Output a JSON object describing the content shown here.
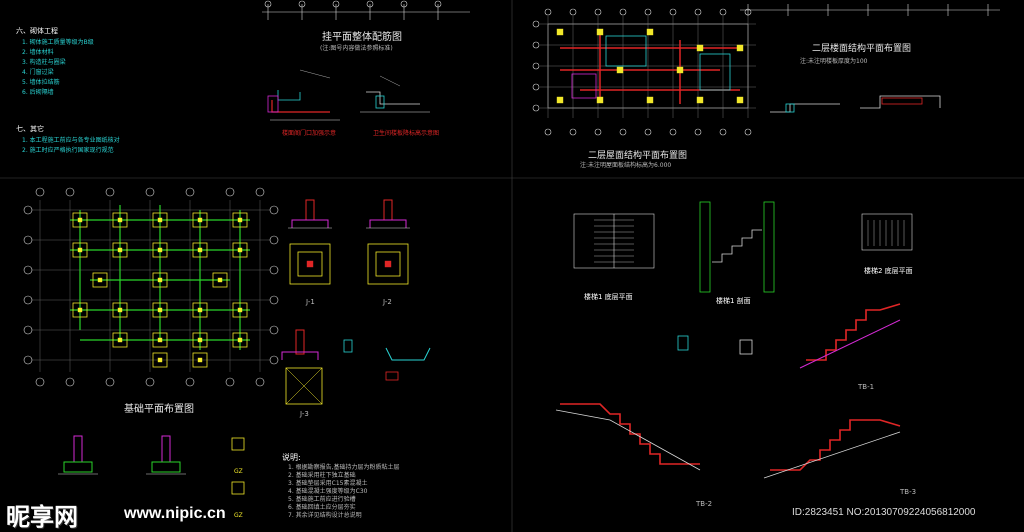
{
  "drawing": {
    "q1": {
      "sec6_title": "六、砌体工程",
      "sec7_title": "七、其它",
      "notes": [
        "1. 砌体施工质量等级为B级",
        "2. 墙体材料",
        "3. 构造柱与圈梁",
        "4. 门窗过梁",
        "5. 墙体拉结筋",
        "6. 后砌隔墙"
      ],
      "other_notes": [
        "1. 本工程施工前应与各专业图纸核对",
        "2. 施工时应严格执行国家现行规范"
      ],
      "title_main": "挂平面整体配筋图",
      "note_main": "(注:图号内容做法参照标准)",
      "detail_left_title": "楼面阁门口加强示意",
      "detail_right_title": "卫生间楼板降标高示意图"
    },
    "q2": {
      "title_floor2": "二层楼面结构平面布置图",
      "title_roof": "二层屋面结构平面布置图",
      "note_floor2": "注:未注明楼板厚度为100",
      "note_roof": "注:未注明屋面板结构标高为6.000"
    },
    "q3": {
      "title": "基础平面布置图",
      "j1": "J-1",
      "j2": "J-2",
      "j3": "J-3",
      "notes_title": "说明:",
      "notes": [
        "1. 根据勘察报告,基础持力层为粉质粘土层",
        "2. 基础采用柱下独立基础",
        "3. 基础垫层采用C15素混凝土",
        "4. 基础混凝土强度等级为C30",
        "5. 基础施工前应进行验槽",
        "6. 基础回填土应分层夯实",
        "7. 其余详见结构设计总说明"
      ],
      "gz1": "GZ",
      "gz2": "GZ"
    },
    "q4": {
      "stair_plan": "楼梯1 底层平面",
      "stair_section": "楼梯1 剖面",
      "stair2_plan": "楼梯2 底层平面",
      "tb1": "TB-1",
      "tb2": "TB-2",
      "tb3": "TB-3"
    }
  },
  "watermark": {
    "logo": "昵享网",
    "url": "www.nipic.cn",
    "id": "ID:2823451 NO:20130709224056812000"
  },
  "colors": {
    "background": "#000000",
    "grid_line": "#d8d8d8",
    "column": "#f2e82a",
    "beam_red": "#e02626",
    "beam_green": "#2ad42a",
    "text_cyan": "#2ad4d4",
    "magenta": "#d42ad4"
  }
}
